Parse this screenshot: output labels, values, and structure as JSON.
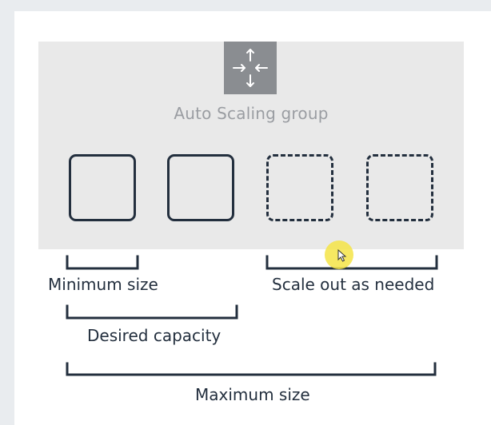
{
  "diagram": {
    "group_title": "Auto Scaling group",
    "instances": [
      {
        "state": "running"
      },
      {
        "state": "running"
      },
      {
        "state": "optional"
      },
      {
        "state": "optional"
      }
    ],
    "labels": {
      "minimum": "Minimum size",
      "scale_out": "Scale out as needed",
      "desired": "Desired capacity",
      "maximum": "Maximum size"
    }
  },
  "colors": {
    "panel": "#e9e9e9",
    "icon_bg": "#8a8d91",
    "stroke": "#232f3e",
    "highlight": "#f5e446"
  },
  "icons": {
    "group_icon": "auto-scaling-arrows-icon",
    "cursor": "mouse-pointer-icon"
  }
}
